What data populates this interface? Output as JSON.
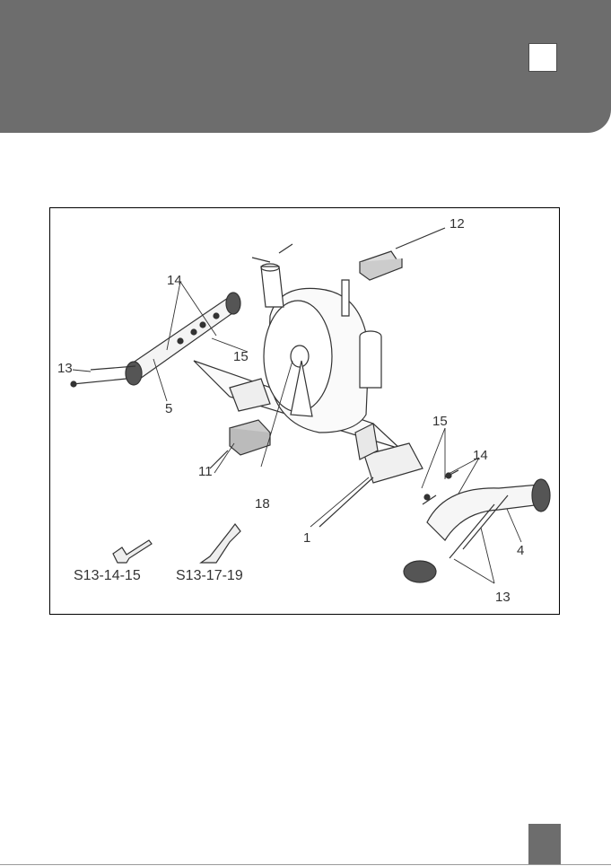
{
  "colors": {
    "header": "#6d6d6d",
    "line": "#333333",
    "page": "#ffffff"
  },
  "diagram": {
    "callouts": {
      "c12": "12",
      "c14a": "14",
      "c15a": "15",
      "c13a": "13",
      "c5": "5",
      "c11": "11",
      "c18": "18",
      "c1": "1",
      "c15b": "15",
      "c14b": "14",
      "c4": "4",
      "c13b": "13"
    },
    "tools": {
      "tool1": "S13-14-15",
      "tool2": "S13-17-19"
    }
  }
}
